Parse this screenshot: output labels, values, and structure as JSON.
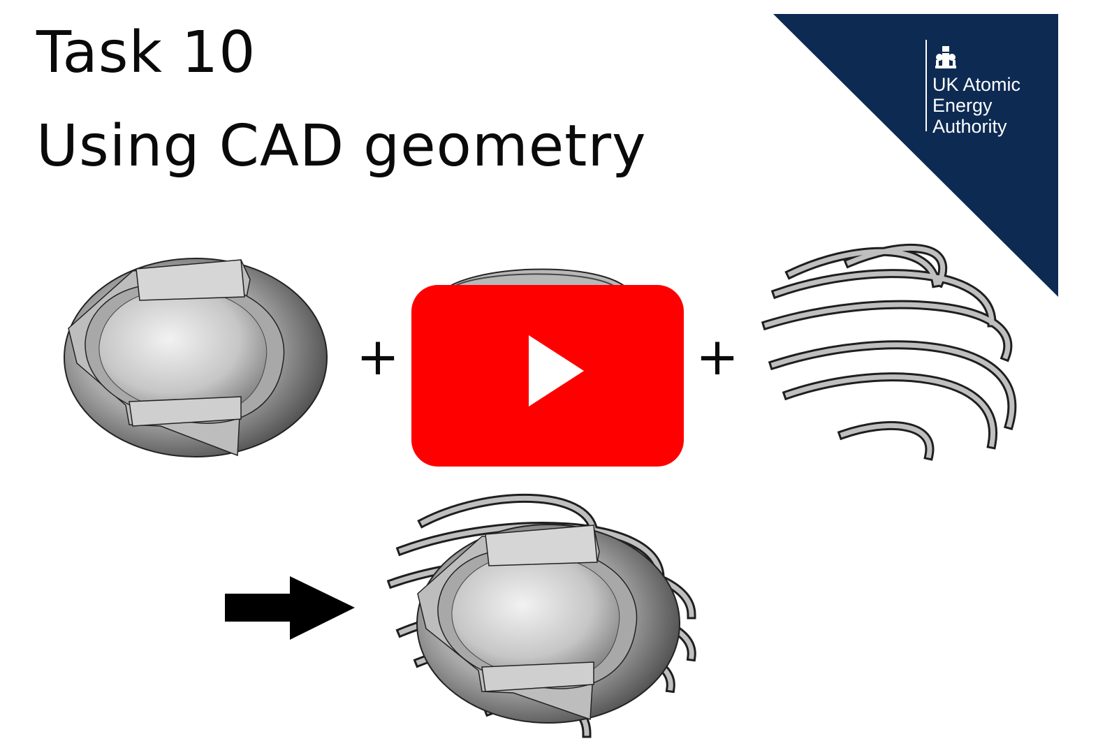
{
  "title": {
    "line1": "Task 10",
    "line2": "Using CAD geometry"
  },
  "logo": {
    "lines": [
      "UK Atomic",
      "Energy",
      "Authority"
    ],
    "crest_icon": "royal-crest-icon",
    "background_color": "#0d2a52"
  },
  "operators": [
    "+",
    "+"
  ],
  "play_button": {
    "icon": "play-icon",
    "color": "#ff0000"
  },
  "shapes": {
    "vessel": "vacuum-vessel-cutaway",
    "coils": "field-coil-rings",
    "result": "assembled-geometry",
    "arrow": "arrow-right-icon"
  }
}
